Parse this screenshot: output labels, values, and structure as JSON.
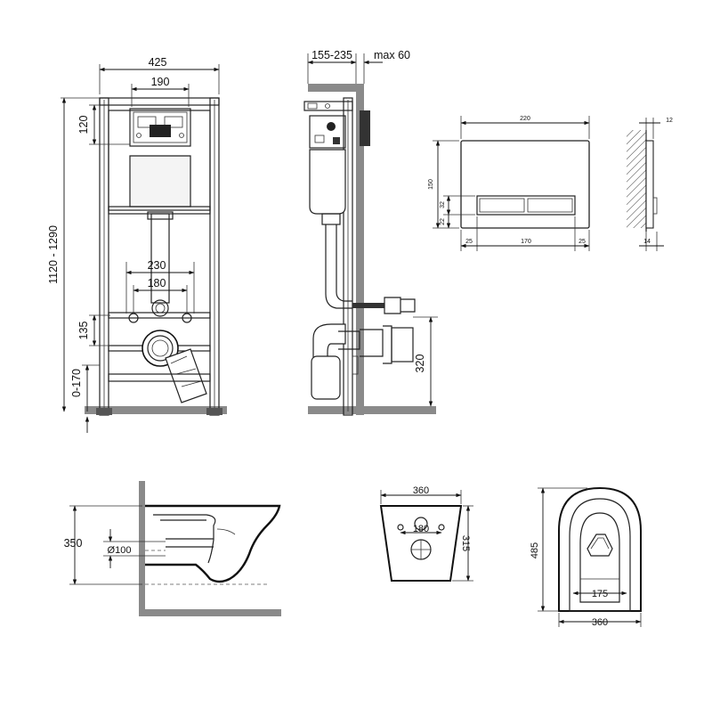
{
  "frame_front": {
    "width_425": "425",
    "width_190": "190",
    "height_120": "120",
    "height_range": "1120 - 1290",
    "height_135": "135",
    "height_0_170": "0-170",
    "spacing_230": "230",
    "spacing_180": "180"
  },
  "frame_side": {
    "depth_range": "155-235",
    "max_depth": "max 60",
    "outlet_height": "320"
  },
  "flush_plate": {
    "width": "220",
    "height": "150",
    "button_height": "32",
    "bottom_offset": "22",
    "margin_left": "25",
    "button_width": "170",
    "margin_right": "25",
    "depth_top": "12",
    "depth_bottom": "14"
  },
  "toilet_side": {
    "height": "350",
    "diameter": "Ø100"
  },
  "toilet_rear": {
    "width": "360",
    "height": "315",
    "spacing": "180"
  },
  "toilet_top": {
    "length": "485",
    "inner_width": "175",
    "width": "360"
  }
}
